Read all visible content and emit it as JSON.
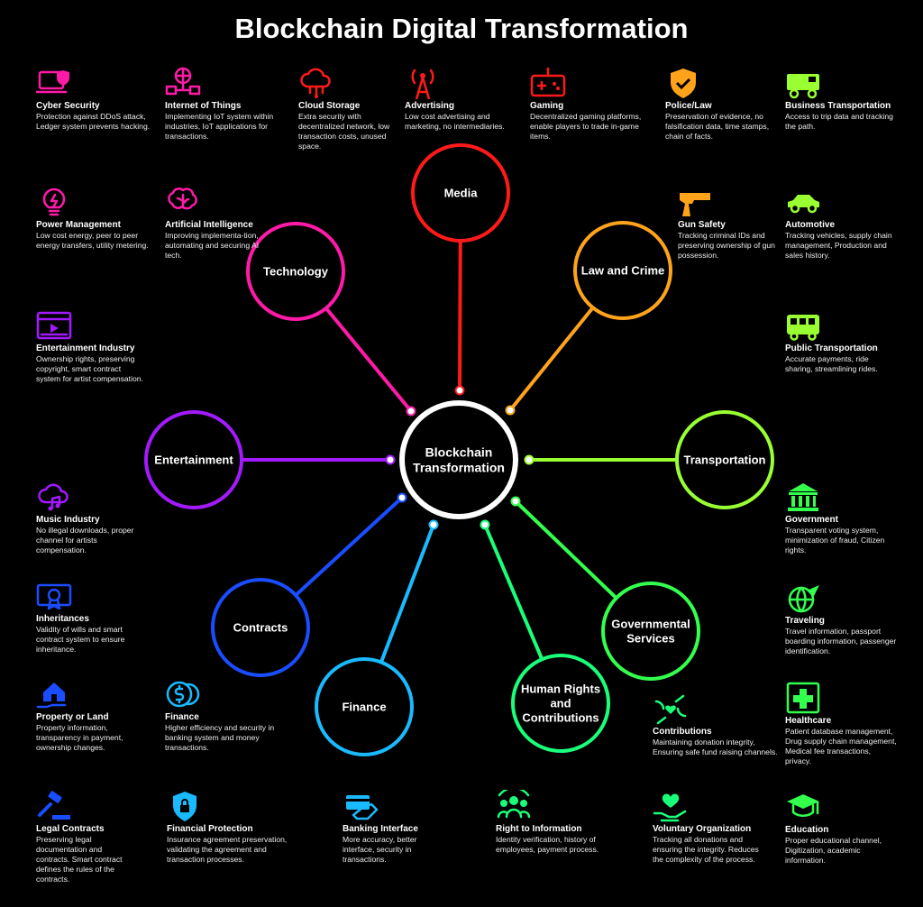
{
  "title": "Blockchain Digital Transformation",
  "center": {
    "label": "Blockchain Transformation"
  },
  "colors": {
    "media": "#ff1a1a",
    "law": "#ffa31a",
    "transport": "#99ff33",
    "gov": "#33ff4d",
    "human": "#1aff7a",
    "finance": "#1abaff",
    "contracts": "#1a4dff",
    "entertainment": "#a31aff",
    "technology": "#ff1aa8",
    "center": "#ffffff"
  },
  "hubs": [
    {
      "id": "media",
      "label": "Media",
      "color": "#ff1a1a"
    },
    {
      "id": "law",
      "label": "Law and Crime",
      "color": "#ffa31a"
    },
    {
      "id": "transport",
      "label": "Transportation",
      "color": "#99ff33"
    },
    {
      "id": "gov",
      "label": "Governmental Services",
      "color": "#33ff4d"
    },
    {
      "id": "human",
      "label": "Human Rights and Contributions",
      "color": "#1aff7a"
    },
    {
      "id": "finance",
      "label": "Finance",
      "color": "#1abaff"
    },
    {
      "id": "contracts",
      "label": "Contracts",
      "color": "#1a4dff"
    },
    {
      "id": "entertainment",
      "label": "Entertainment",
      "color": "#a31aff"
    },
    {
      "id": "technology",
      "label": "Technology",
      "color": "#ff1aa8"
    }
  ],
  "annotations": [
    {
      "id": "cyber",
      "icon": "laptop-shield-icon",
      "color": "#ff1aa8",
      "title": "Cyber Security",
      "desc": "Protection  against DDoS attack, Ledger system prevents  hacking."
    },
    {
      "id": "iot",
      "icon": "network-globe-icon",
      "color": "#ff1aa8",
      "title": "Internet of Things",
      "desc": "Implementing IoT system within industries, IoT applications for transactions."
    },
    {
      "id": "cloud",
      "icon": "cloud-icon",
      "color": "#ff1a1a",
      "title": "Cloud Storage",
      "desc": "Extra security with decentralized network, low transaction costs, unused space."
    },
    {
      "id": "advertising",
      "icon": "antenna-icon",
      "color": "#ff1a1a",
      "title": "Advertising",
      "desc": "Low cost advertising and marketing,  no intermediaries."
    },
    {
      "id": "gaming",
      "icon": "gamepad-icon",
      "color": "#ff1a1a",
      "title": "Gaming",
      "desc": "Decentralized gaming platforms, enable players to trade in-game items."
    },
    {
      "id": "police",
      "icon": "badge-icon",
      "color": "#ffa31a",
      "title": "Police/Law",
      "desc": "Preservation of evidence, no falsification data, time stamps, chain of facts."
    },
    {
      "id": "business-transport",
      "icon": "truck-icon",
      "color": "#99ff33",
      "title": "Business Transportation",
      "desc": "Access to trip data and tracking the path."
    },
    {
      "id": "power",
      "icon": "bulb-icon",
      "color": "#ff1aa8",
      "title": "Power Management",
      "desc": "Low cost energy, peer to peer energy transfers, utility metering."
    },
    {
      "id": "ai",
      "icon": "brain-icon",
      "color": "#ff1aa8",
      "title": "Artificial Intelligence",
      "desc": "Improving implementa-tion, automating and securing AI tech."
    },
    {
      "id": "gun",
      "icon": "gun-icon",
      "color": "#ffa31a",
      "title": "Gun Safety",
      "desc": "Tracking criminal IDs and preserving ownership of gun possession."
    },
    {
      "id": "automotive",
      "icon": "car-icon",
      "color": "#99ff33",
      "title": "Automotive",
      "desc": "Tracking vehicles, supply chain management, Production and sales history."
    },
    {
      "id": "entertainment-ind",
      "icon": "media-player-icon",
      "color": "#a31aff",
      "title": "Entertainment Industry",
      "desc": "Ownership rights, preserving copyright, smart contract system for artist compensation."
    },
    {
      "id": "public-transport",
      "icon": "bus-icon",
      "color": "#99ff33",
      "title": "Public Transportation",
      "desc": "Accurate payments,  ride sharing, streamlining rides."
    },
    {
      "id": "music",
      "icon": "music-cloud-icon",
      "color": "#a31aff",
      "title": "Music Industry",
      "desc": "No illegal downloads, proper channel for artists compensation."
    },
    {
      "id": "government",
      "icon": "government-building-icon",
      "color": "#33ff4d",
      "title": "Government",
      "desc": "Transparent voting system, minimization of fraud, Citizen rights."
    },
    {
      "id": "inheritances",
      "icon": "scroll-icon",
      "color": "#1a4dff",
      "title": "Inheritances",
      "desc": "Validity of wills and smart contract system to ensure inheritance."
    },
    {
      "id": "traveling",
      "icon": "plane-globe-icon",
      "color": "#33ff4d",
      "title": "Traveling",
      "desc": "Travel information,  passport boarding information, passenger identification."
    },
    {
      "id": "property",
      "icon": "house-hand-icon",
      "color": "#1a4dff",
      "title": "Property or Land",
      "desc": "Property information, transparency in payment, ownership changes."
    },
    {
      "id": "finance-item",
      "icon": "coins-icon",
      "color": "#1abaff",
      "title": "Finance",
      "desc": "Higher efficiency and security in banking system and money transactions."
    },
    {
      "id": "contributions",
      "icon": "hands-heart-icon",
      "color": "#1aff7a",
      "title": "Contributions",
      "desc": "Maintaining donation integrity, Ensuring safe fund raising channels."
    },
    {
      "id": "healthcare",
      "icon": "medical-cross-icon",
      "color": "#33ff4d",
      "title": "Healthcare",
      "desc": "Patient database management, Drug supply chain management,  Medical fee transactions, privacy."
    },
    {
      "id": "legal",
      "icon": "gavel-icon",
      "color": "#1a4dff",
      "title": "Legal Contracts",
      "desc": "Preserving legal documentation  and contracts. Smart  contract defines the rules of the contracts."
    },
    {
      "id": "fin-protection",
      "icon": "shield-lock-icon",
      "color": "#1abaff",
      "title": "Financial Protection",
      "desc": "Insurance agreement preservation, validating the agreement and transaction processes."
    },
    {
      "id": "banking",
      "icon": "card-hand-icon",
      "color": "#1abaff",
      "title": "Banking Interface",
      "desc": "More accuracy, better interface, security in transactions."
    },
    {
      "id": "right-info",
      "icon": "people-group-icon",
      "color": "#1aff7a",
      "title": "Right to Information",
      "desc": "Identity verification, history of employees, payment process."
    },
    {
      "id": "voluntary",
      "icon": "heart-hand-icon",
      "color": "#1aff7a",
      "title": "Voluntary Organization",
      "desc": "Tracking all donations and ensuring the integrity. Reduces the complexity of the process."
    },
    {
      "id": "education",
      "icon": "graduation-cap-icon",
      "color": "#33ff4d",
      "title": "Education",
      "desc": "Proper educational channel, Digitization, academic information."
    }
  ]
}
